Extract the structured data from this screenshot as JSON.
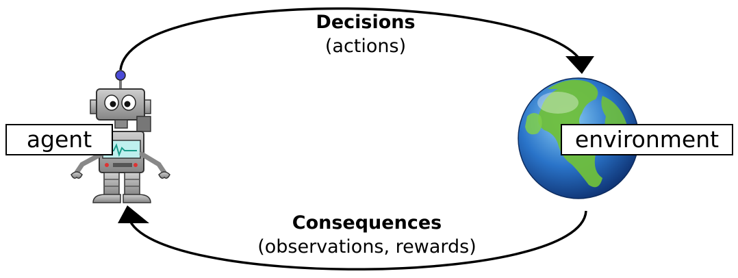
{
  "diagram": {
    "agent_label": "agent",
    "environment_label": "environment",
    "top_edge": {
      "title": "Decisions",
      "subtitle": "(actions)"
    },
    "bottom_edge": {
      "title": "Consequences",
      "subtitle": "(observations, rewards)"
    }
  },
  "colors": {
    "arrow": "#000000",
    "robot_body": "#9a9a9a",
    "robot_antenna_tip": "#4b4bd6",
    "screen": "#bff0ee",
    "ocean": "#2a74c9",
    "land": "#6fbf3c"
  },
  "icons": {
    "agent": "robot-icon",
    "environment": "globe-icon"
  }
}
